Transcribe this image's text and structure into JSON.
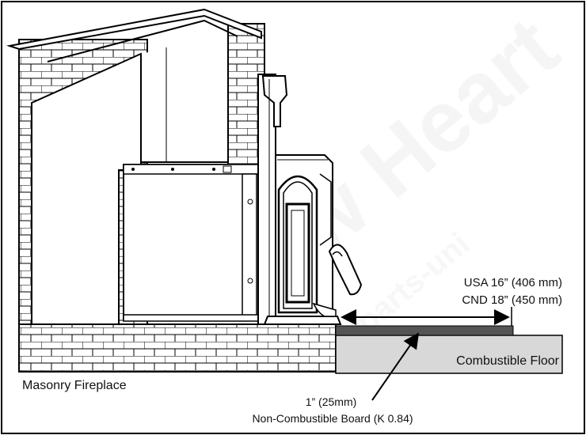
{
  "labels": {
    "clearance_usa": "USA 16” (406 mm)",
    "clearance_cnd": "CND 18” (450 mm)",
    "combustible_floor": "Combustible Floor",
    "masonry_fireplace": "Masonry Fireplace",
    "board_thickness": "1” (25mm)",
    "board_name": "Non-Combustible Board (K 0.84)"
  },
  "colors": {
    "line": "#000000",
    "board": "#555555",
    "floor_fill": "#d8d8d8",
    "watermark": "#f4f4f4"
  }
}
